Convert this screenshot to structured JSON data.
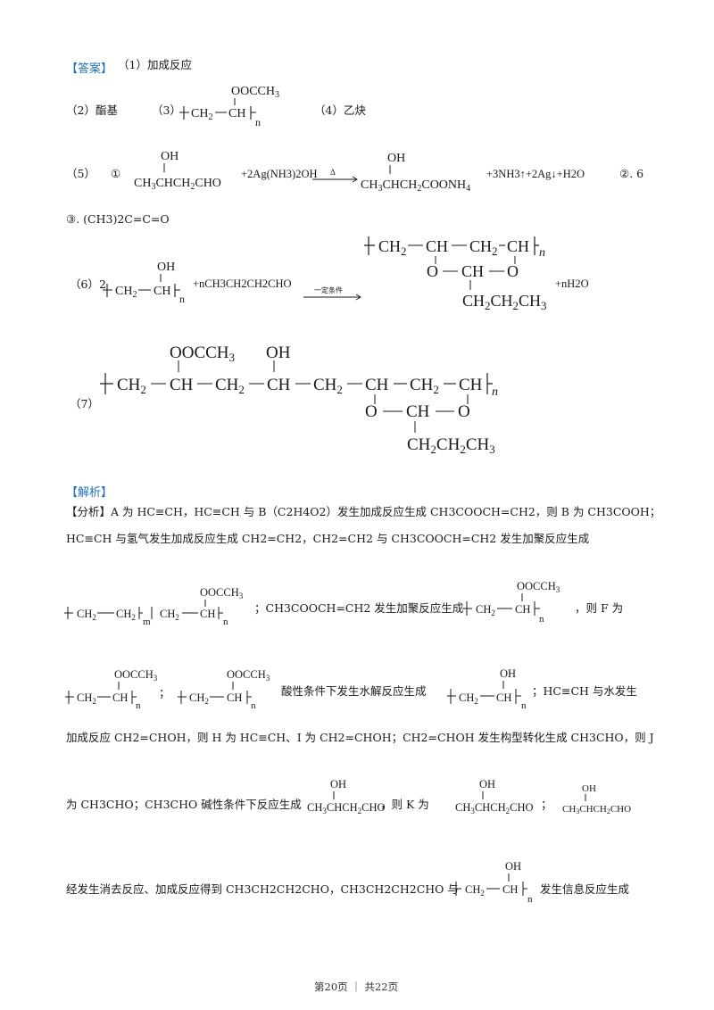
{
  "answer": {
    "tag": "【答案】",
    "q1": "（1）加成反应",
    "q2": "（2）酯基",
    "q3_num": "（3）",
    "q4": "（4）乙炔",
    "q5_num": "（5）",
    "q5_circle1": "①",
    "q5_reagent": "+2Ag(NH3)2OH",
    "q5_delta": "Δ",
    "q5_products": "+3NH3↑+2Ag↓+H2O",
    "q5_part2": "②. 6",
    "q5_part3": "③. (CH3)2C=C=O",
    "q6_num": "（6）2",
    "q6_reagent": "+nCH3CH2CH2CHO",
    "q6_condition": "一定条件",
    "q6_water": "+nH2O",
    "q7_num": "（7）"
  },
  "analysis": {
    "tag": "【解析】",
    "fenxi": "【分析】",
    "line1": "A 为 HC≡CH，HC≡CH 与 B（C2H4O2）发生加成反应生成 CH3COOCH=CH2，则 B 为 CH3COOH；",
    "line2": "HC≡CH 与氢气发生加成反应生成 CH2=CH2，CH2=CH2 与 CH3COOCH=CH2 发生加聚反应生成",
    "line3_mid": "；CH3COOCH=CH2 发生加聚反应生成",
    "line3_end": "，则 F 为",
    "line4_mid": "；",
    "line4_text": "酸性条件下发生水解反应生成",
    "line4_end": "；HC≡CH 与水发生",
    "line5": "加成反应 CH2=CHOH，则 H 为 HC≡CH、I 为 CH2=CHOH；CH2=CHOH 发生构型转化生成 CH3CHO，则 J",
    "line6_a": "为 CH3CHO；CH3CHO 碱性条件下反应生成",
    "line6_b": "，则 K 为",
    "line6_c": "；",
    "line7_a": "经发生消去反应、加成反应得到 CH3CH2CH2CHO，CH3CH2CH2CHO 与",
    "line7_b": "发生信息反应生成"
  },
  "chem": {
    "ooch3": "OOCCH",
    "three": "3",
    "oh": "OH",
    "ch2": "CH",
    "two": "2",
    "ch": "CH",
    "n": "n",
    "m": "m",
    "o": "O",
    "aldol_main": "CH3CHCH2CHO",
    "aldol_acid": "CH3CHCH2COONH4",
    "propyl": "CH2CH2CH3"
  },
  "footer": {
    "page": "第20页 ｜ 共22页"
  }
}
